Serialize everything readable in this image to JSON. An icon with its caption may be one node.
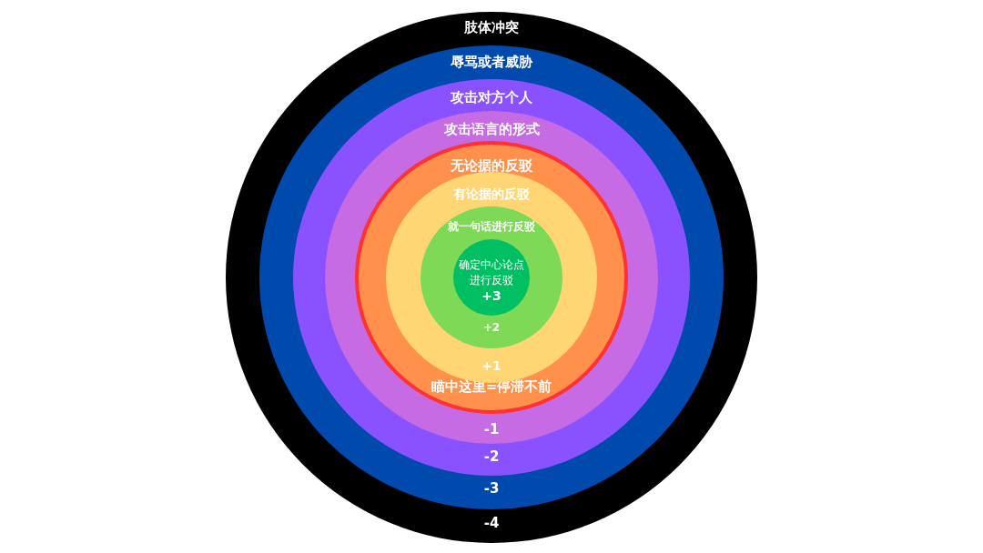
{
  "diagram": {
    "nodes": [
      {
        "text": [
          "肢体冲突",
          "-4"
        ]
      },
      {
        "text": [
          "辱骂或者威胁",
          "-3"
        ],
        "in": 0
      },
      {
        "text": [
          "攻击对方个人",
          "-2"
        ],
        "in": 1
      },
      {
        "text": [
          "攻击语言的形式",
          "-1"
        ],
        "in": 2
      },
      {
        "text": [
          "无论据的反驳",
          "瞄中这里=停滞不前"
        ],
        "in": 3
      },
      {
        "text": [
          "有论据的反驳",
          "+1"
        ],
        "in": 4
      },
      {
        "text": [
          "就一句话进行反驳",
          "+2"
        ],
        "in": 5
      },
      {
        "text": [
          "确定中心论点进行反驳",
          "+3"
        ],
        "in": 6
      }
    ]
  }
}
